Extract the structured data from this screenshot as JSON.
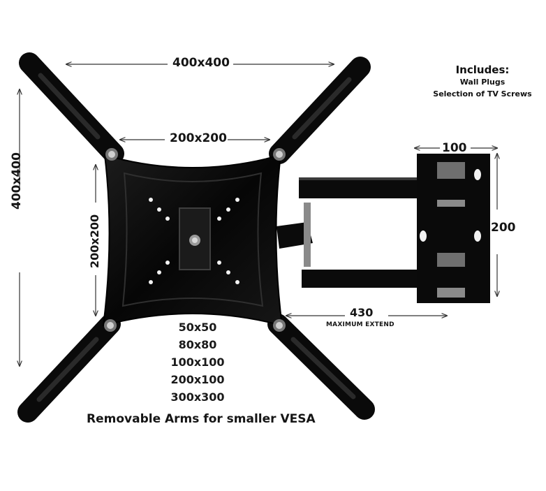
{
  "dimensions": {
    "outer_width": "400x400",
    "outer_height": "400x400",
    "inner_width": "200x200",
    "inner_height": "200x200",
    "wall_plate_width": "100",
    "wall_plate_height": "200",
    "max_extend_value": "430",
    "max_extend_label": "MAXIMUM EXTEND"
  },
  "vesa_sizes": [
    "50x50",
    "80x80",
    "100x100",
    "200x100",
    "300x300"
  ],
  "arms_note": "Removable Arms for smaller VESA",
  "includes": {
    "heading": "Includes:",
    "items": [
      "Wall Plugs",
      "Selection of TV Screws"
    ]
  },
  "colors": {
    "metal": "#0b0b0b",
    "highlight": "#3a3a3a",
    "background": "#ffffff",
    "text": "#151515"
  }
}
